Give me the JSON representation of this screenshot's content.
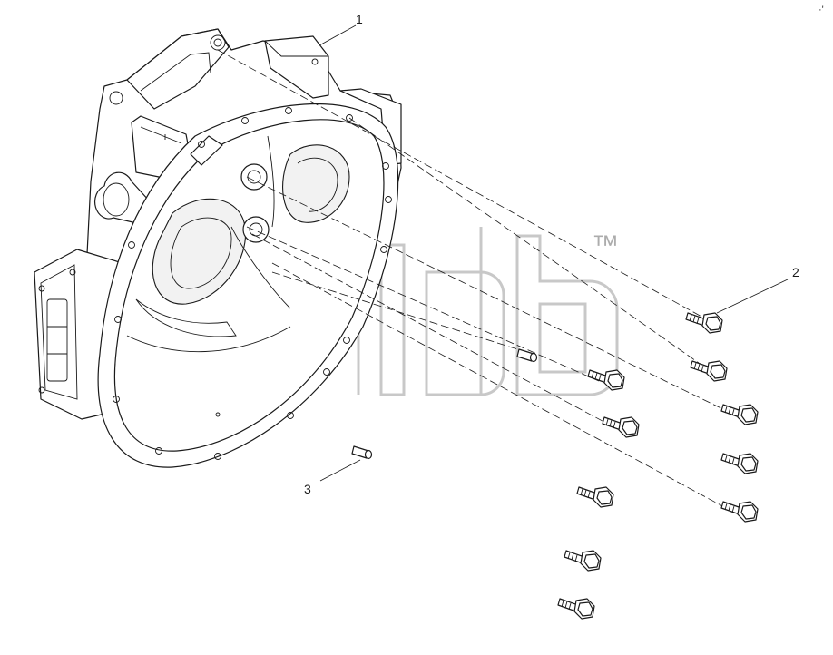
{
  "diagram": {
    "callouts": [
      {
        "id": "1",
        "label": "1"
      },
      {
        "id": "2",
        "label": "2"
      },
      {
        "id": "3",
        "label": "3"
      }
    ],
    "watermark": {
      "trademark": "™"
    },
    "corner_mark": "·'"
  }
}
